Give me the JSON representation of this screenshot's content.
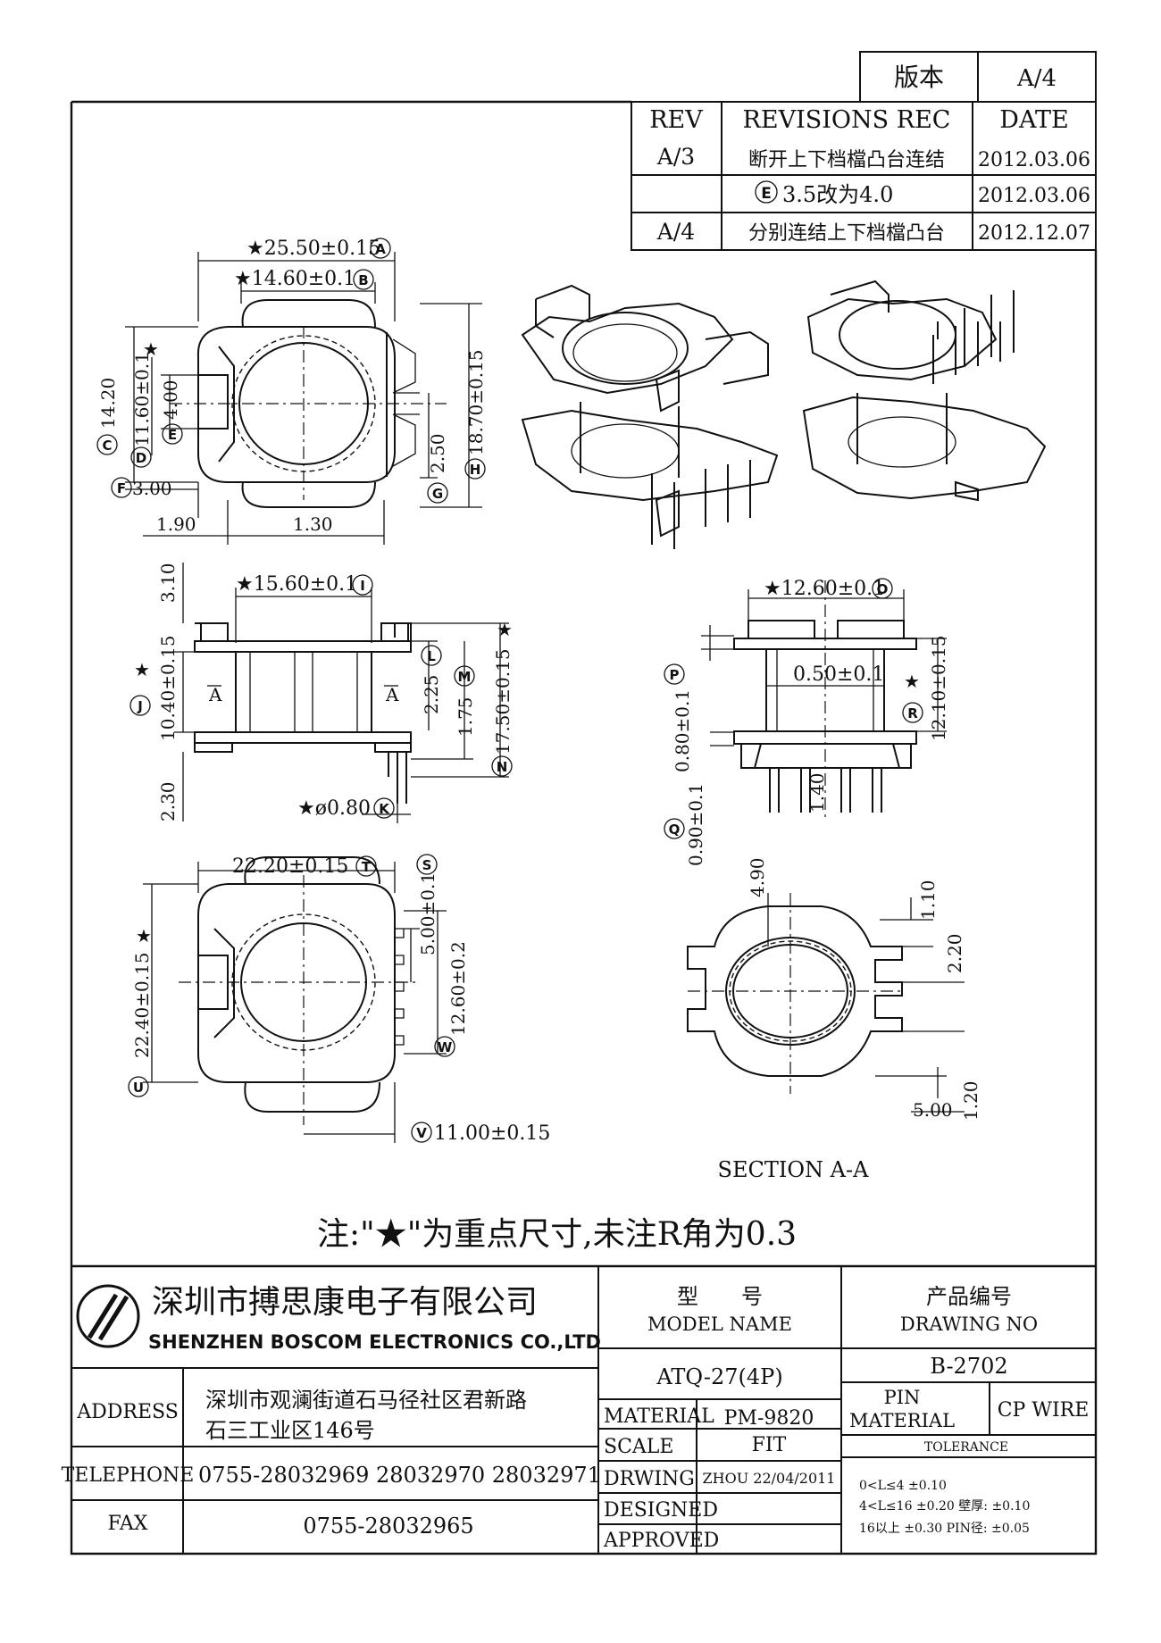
{
  "revision_table": {
    "version_label": "版本",
    "version_value": "A/4",
    "headers": {
      "rev": "REV",
      "rec": "REVISIONS REC",
      "date": "DATE"
    },
    "rows": [
      {
        "rev": "A/3",
        "rec": "断开上下档檔凸台连结",
        "date": "2012.03.06"
      },
      {
        "rev": "",
        "rec": "3.5改为4.0",
        "rec_mark": "E",
        "date": "2012.03.06"
      },
      {
        "rev": "A/4",
        "rec": "分别连结上下档檔凸台",
        "date": "2012.12.07"
      }
    ]
  },
  "dimensions": {
    "top": {
      "A": {
        "text": "★25.50±0.15",
        "mark": "A"
      },
      "B": {
        "text": "★14.60±0.1",
        "mark": "B"
      },
      "C": {
        "text": "14.20",
        "mark": "C"
      },
      "D": {
        "text": "11.60±0.1",
        "mark": "D",
        "star": "★"
      },
      "E": {
        "text": "4.00",
        "mark": "E"
      },
      "F": {
        "text": "3.00",
        "mark": "F"
      },
      "G": {
        "text": "2.50",
        "mark": "G"
      },
      "H": {
        "text": "18.70±0.15",
        "mark": "H"
      },
      "w190": "1.90",
      "w130": "1.30"
    },
    "front": {
      "I": {
        "text": "★15.60±0.1",
        "mark": "I"
      },
      "J": {
        "text": "10.40±0.15",
        "mark": "J",
        "star": "★"
      },
      "K": {
        "text": "★ø0.80",
        "mark": "K"
      },
      "L": {
        "text": "2.25",
        "mark": "L"
      },
      "M": {
        "text": "1.75",
        "mark": "M"
      },
      "N": {
        "text": "17.50±0.15",
        "mark": "N",
        "star": "★"
      },
      "h310": "3.10",
      "h230": "2.30",
      "section_mark": "A"
    },
    "side": {
      "O": {
        "text": "★12.60±0.1",
        "mark": "O"
      },
      "P": {
        "text": "0.80±0.1",
        "mark": "P"
      },
      "Q": {
        "text": "0.90±0.1",
        "mark": "Q"
      },
      "R": {
        "text": "12.10±0.15",
        "mark": "R",
        "star": "★"
      },
      "d050": "0.50±0.1",
      "d140": "1.40"
    },
    "bottom": {
      "T": {
        "text": "22.20±0.15",
        "mark": "T"
      },
      "U": {
        "text": "22.40±0.15",
        "mark": "U",
        "star": "★"
      },
      "V": {
        "text": "11.00±0.15",
        "mark": "V"
      },
      "S": {
        "text": "5.00±0.1",
        "mark": "S"
      },
      "W": {
        "text": "12.60±0.2",
        "mark": "W"
      }
    },
    "section": {
      "d490": "4.90",
      "d110": "1.10",
      "d220": "2.20",
      "d500": "5.00",
      "d120": "1.20",
      "caption": "SECTION A-A"
    }
  },
  "note": "注:\"★\"为重点尺寸,未注R角为0.3",
  "title_block": {
    "company_cn": "深圳市搏思康电子有限公司",
    "company_en": "SHENZHEN BOSCOM ELECTRONICS CO.,LTD",
    "model_label_cn": "型　　号",
    "model_label_en": "MODEL NAME",
    "drawing_no_cn": "产品编号",
    "drawing_no_en": "DRAWING NO",
    "model_value": "ATQ-27(4P)",
    "drawing_no_value": "B-2702",
    "address_label": "ADDRESS",
    "address_line1": "深圳市观澜街道石马径社区君新路",
    "address_line2": "石三工业区146号",
    "telephone_label": "TELEPHONE",
    "telephone_value": "0755-28032969 28032970 28032971",
    "fax_label": "FAX",
    "fax_value": "0755-28032965",
    "material_label": "MATERIAL",
    "material_value": "PM-9820",
    "scale_label": "SCALE",
    "scale_value": "FIT",
    "drwing_label": "DRWING",
    "drwing_value": "ZHOU 22/04/2011",
    "designed_label": "DESIGNED",
    "approved_label": "APPROVED",
    "pin_material_label_1": "PIN",
    "pin_material_label_2": "MATERIAL",
    "pin_material_value": "CP WIRE",
    "tolerance_label": "TOLERANCE",
    "tolerance_lines": [
      "0<L≤4  ±0.10",
      "4<L≤16 ±0.20  壁厚:  ±0.10",
      "16以上    ±0.30  PIN径: ±0.05"
    ]
  }
}
